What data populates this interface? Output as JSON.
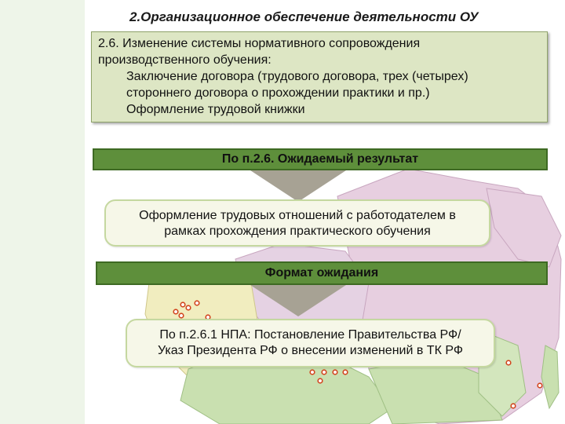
{
  "slide": {
    "title": "2.Организационное обеспечение деятельности ОУ",
    "info_box": {
      "line1": "2.6. Изменение системы нормативного сопровождения",
      "line2": "производственного обучения:",
      "line3": "Заключение договора (трудового договора, трех (четырех)",
      "line4": "стороннего договора о прохождении практики и пр.)",
      "line5": "Оформление трудовой книжки"
    },
    "expected_result_bar": "По п.2.6. Ожидаемый результат",
    "expected_result": {
      "line1": "Оформление трудовых отношений с работодателем в",
      "line2": "рамках прохождения практического обучения"
    },
    "format_bar": "Формат ожидания",
    "format_result": {
      "line1": "По п.2.6.1 НПА: Постановление Правительства РФ/",
      "line2": "Указ Президента РФ о внесении изменений в ТК РФ"
    }
  },
  "colors": {
    "header_bar": "#5e8f3b",
    "info_box": "#dde6c4",
    "arrow": "#a7a294",
    "map_pink": "#e7cfe0",
    "map_green": "#c9e0b0",
    "map_yellow": "#f1edbf",
    "city_marker": "#d2451e"
  }
}
